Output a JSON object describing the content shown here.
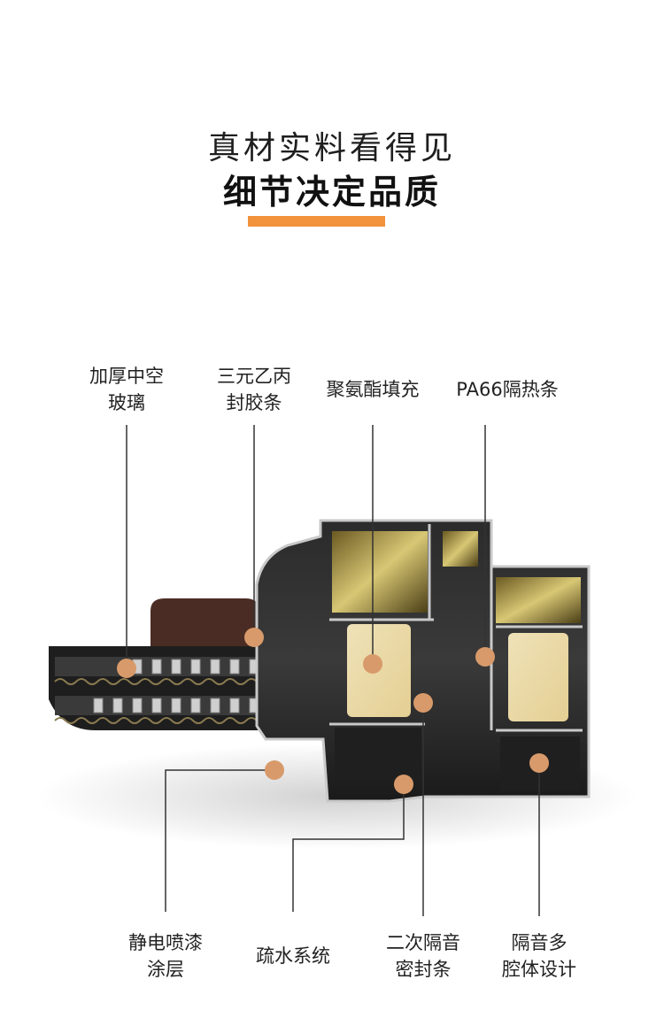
{
  "header": {
    "title": "真材实料看得见",
    "subtitle": "细节决定品质",
    "accent_color": "#f2923b"
  },
  "callouts": [
    {
      "label": "加厚中空\n玻璃"
    },
    {
      "label": "三元乙丙\n封胶条"
    },
    {
      "label": "聚氨酯填充"
    },
    {
      "label": "PA66隔热条"
    },
    {
      "label": "静电喷漆\n涂层"
    },
    {
      "label": "疏水系统"
    },
    {
      "label": "二次隔音\n密封条"
    },
    {
      "label": "隔音多\n腔体设计"
    }
  ],
  "marker_color": "#d89a6a"
}
